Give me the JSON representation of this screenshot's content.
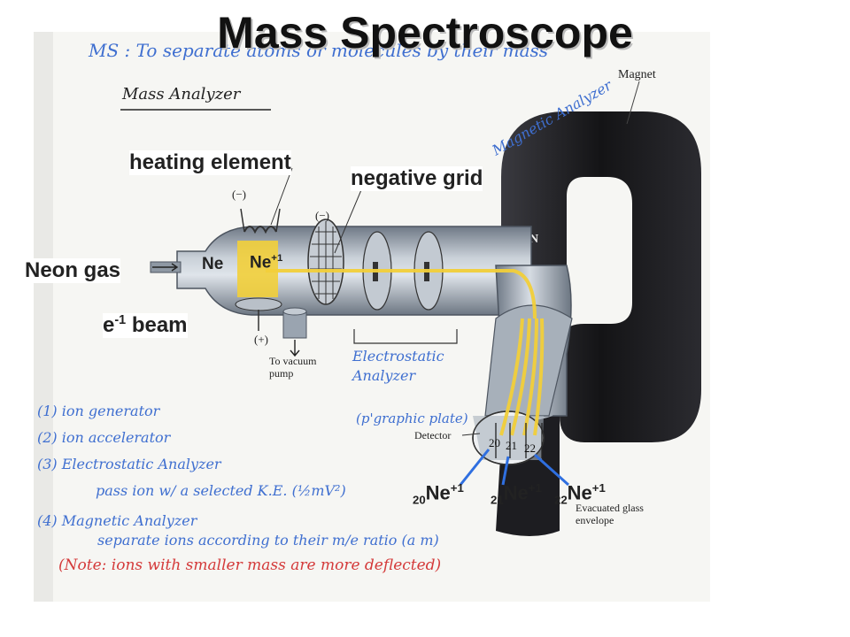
{
  "slide": {
    "title": "Mass Spectroscope"
  },
  "notes": {
    "ms_line": "MS : To separate atoms or molecules by their mass",
    "analyzer_title": "Mass Analyzer",
    "magnetic_analyzer": "Magnetic Analyzer",
    "electrostatic": "Electrostatic\nAnalyzer",
    "photo_plate": "(p'graphic plate)",
    "steps": [
      "(1) ion generator",
      "(2) ion accelerator",
      "(3) Electrostatic Analyzer",
      "pass ion w/ a selected K.E. (½mV²)",
      "(4) Magnetic Analyzer",
      "separate ions according to their m/e ratio (a m)"
    ],
    "note": "(Note: ions with smaller mass are more deflected)"
  },
  "printed_labels": {
    "magnet": "Magnet",
    "north": "N",
    "minus_top": "(−)",
    "minus_grid": "(−)",
    "plus": "(+)",
    "vacuum": "To vacuum\npump",
    "detector": "Detector",
    "envelope": "Evacuated glass\nenvelope",
    "detector_cells": [
      "20",
      "21",
      "22"
    ]
  },
  "labels": {
    "heating": "heating element",
    "grid": "negative grid",
    "neon_gas": "Neon gas",
    "ne": "Ne",
    "ne_ion": {
      "base": "Ne",
      "charge": "+1"
    },
    "beam": {
      "base": "e",
      "charge": "-1",
      "suffix": " beam"
    },
    "isotopes": [
      {
        "mass": "20",
        "base": "Ne",
        "charge": "+1"
      },
      {
        "mass": "21",
        "base": "Ne",
        "charge": "+1"
      },
      {
        "mass": "22",
        "base": "Ne",
        "charge": "+1"
      }
    ]
  },
  "colors": {
    "ink_blue": "#3f6fd0",
    "ink_red": "#d43a3a",
    "beam": "#f2cf3a",
    "pointer": "#2f6fe0",
    "magnet": "#1e1e22",
    "tube": "#9aa4b0"
  }
}
